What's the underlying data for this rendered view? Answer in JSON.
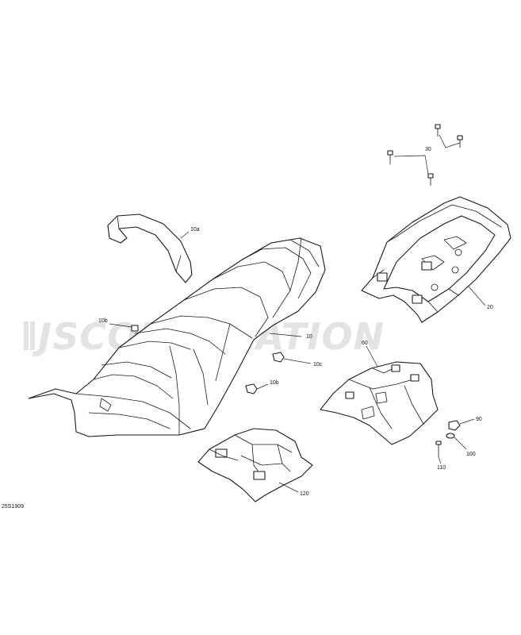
{
  "watermark": "JSCORPORATION",
  "drawing_number": "25S1909",
  "callouts": [
    "30",
    "10a",
    "10b",
    "10",
    "10c",
    "10b",
    "20",
    "60",
    "90",
    "100",
    "110",
    "120"
  ]
}
